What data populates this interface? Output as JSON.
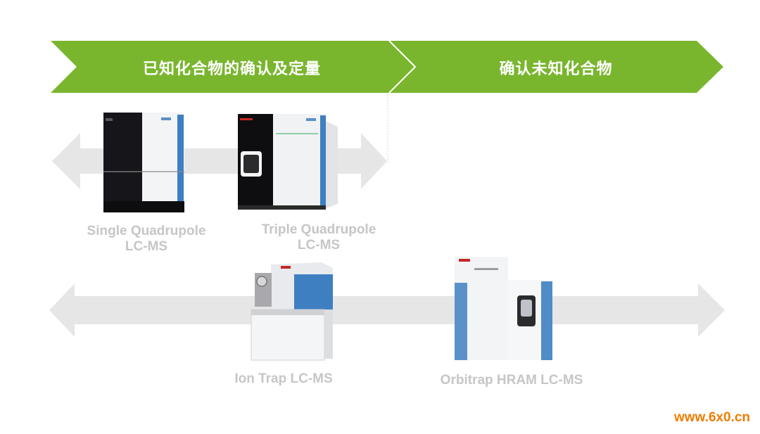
{
  "colors": {
    "chevron_green": "#79b62e",
    "arrow_gray": "#e6e6e6",
    "label_gray": "#c6c6c6",
    "instrument_blue": "#3e7fc1",
    "watermark_orange": "#ef7d00"
  },
  "header": {
    "stage1_label": "已知化合物的确认及定量",
    "stage2_label": "确认未知化合物"
  },
  "instruments": {
    "single_quad": {
      "line1": "Single Quadrupole",
      "line2": "LC-MS"
    },
    "triple_quad": {
      "line1": "Triple Quadrupole",
      "line2": "LC-MS"
    },
    "ion_trap": {
      "line1": "Ion Trap LC-MS"
    },
    "orbitrap": {
      "line1": "Orbitrap HRAM LC-MS"
    }
  },
  "watermark": "www.6x0.cn"
}
